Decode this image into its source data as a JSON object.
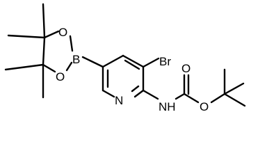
{
  "molecule": {
    "atoms": {
      "boron": "B",
      "ring_oxygen_top": "O",
      "ring_oxygen_bottom": "O",
      "bromine": "Br",
      "pyridine_nitrogen": "N",
      "amine_nh": "NH",
      "carbonyl_oxygen": "O",
      "ester_oxygen": "O"
    }
  }
}
